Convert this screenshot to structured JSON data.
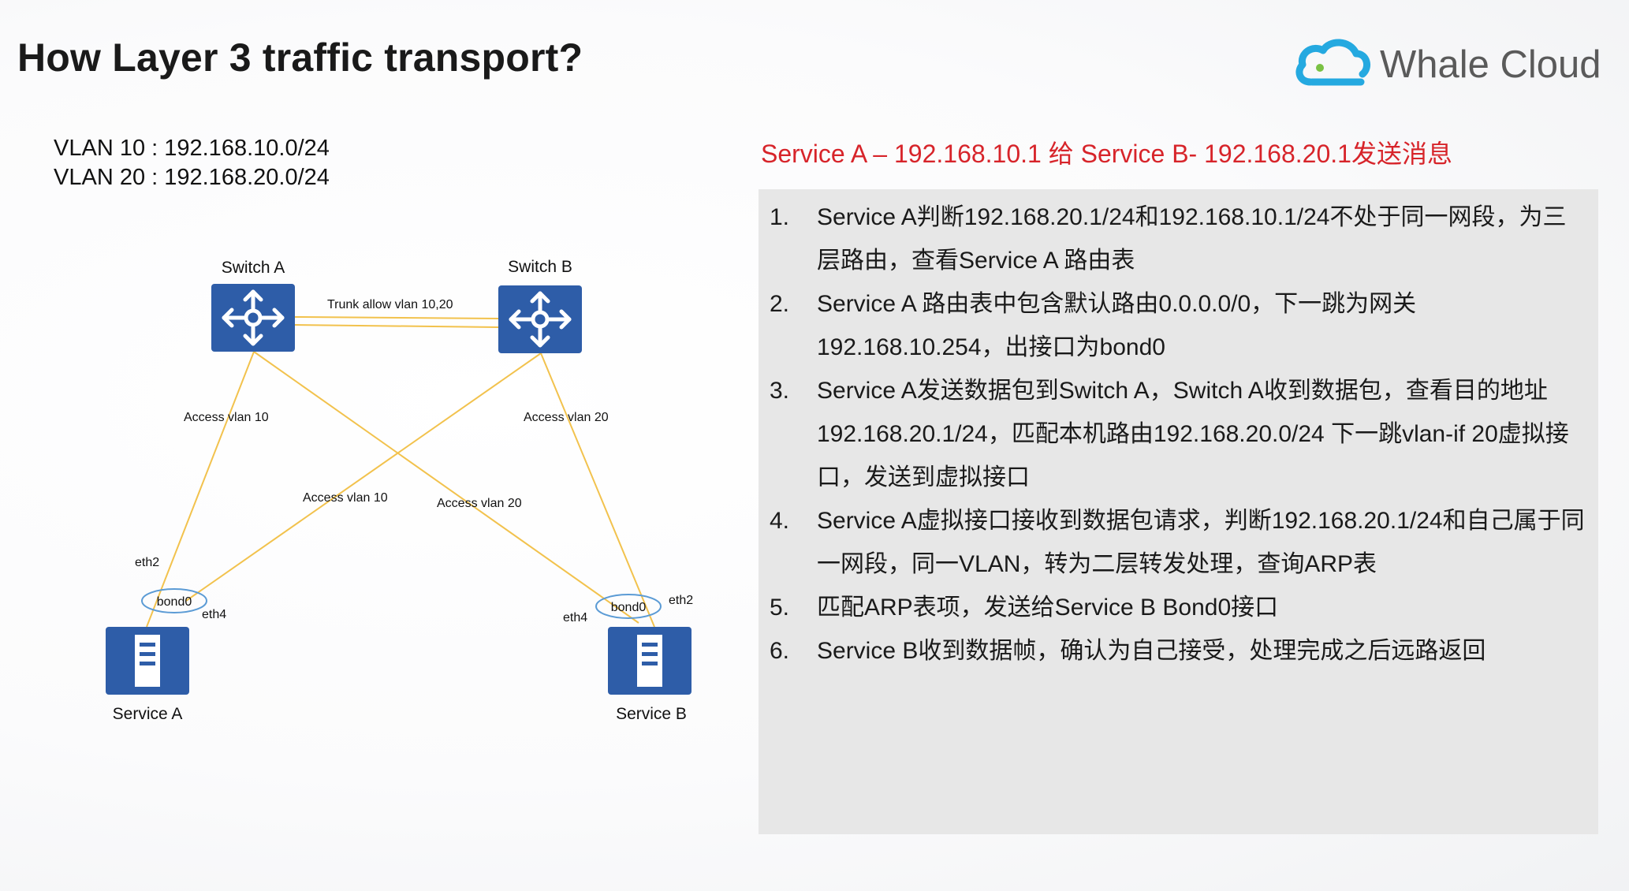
{
  "title": "How Layer 3 traffic transport?",
  "logo": {
    "text": "Whale Cloud",
    "color": "#25a9e0"
  },
  "vlans": [
    "VLAN 10 : 192.168.10.0/24",
    "VLAN 20 : 192.168.20.0/24"
  ],
  "diagram": {
    "switch_a": "Switch A",
    "switch_b": "Switch B",
    "service_a": "Service A",
    "service_b": "Service B",
    "trunk": "Trunk allow vlan 10,20",
    "access_a_10": "Access vlan 10",
    "access_b_20": "Access vlan 20",
    "cross_10": "Access vlan 10",
    "cross_20": "Access vlan 20",
    "a_eth2": "eth2",
    "a_eth4": "eth4",
    "a_bond": "bond0",
    "b_eth2": "eth2",
    "b_eth4": "eth4",
    "b_bond": "bond0",
    "node_color": "#2e5da8",
    "link_color": "#f2c24d"
  },
  "flow_heading": "Service A – 192.168.10.1 给 Service B- 192.168.20.1发送消息",
  "steps": [
    {
      "num": "1.",
      "text": "Service A判断192.168.20.1/24和192.168.10.1/24不处于同一网段，为三层路由，查看Service A 路由表"
    },
    {
      "num": "2.",
      "text": "Service A 路由表中包含默认路由0.0.0.0/0，下一跳为网关192.168.10.254，出接口为bond0"
    },
    {
      "num": "3.",
      "text": "Service A发送数据包到Switch A，Switch A收到数据包，查看目的地址192.168.20.1/24，匹配本机路由192.168.20.0/24 下一跳vlan-if 20虚拟接口，发送到虚拟接口"
    },
    {
      "num": "4.",
      "text": "Service A虚拟接口接收到数据包请求，判断192.168.20.1/24和自己属于同一网段，同一VLAN，转为二层转发处理，查询ARP表"
    },
    {
      "num": "5.",
      "text": "匹配ARP表项，发送给Service B Bond0接口"
    },
    {
      "num": "6.",
      "text": "Service B收到数据帧，确认为自己接受，处理完成之后远路返回"
    }
  ]
}
